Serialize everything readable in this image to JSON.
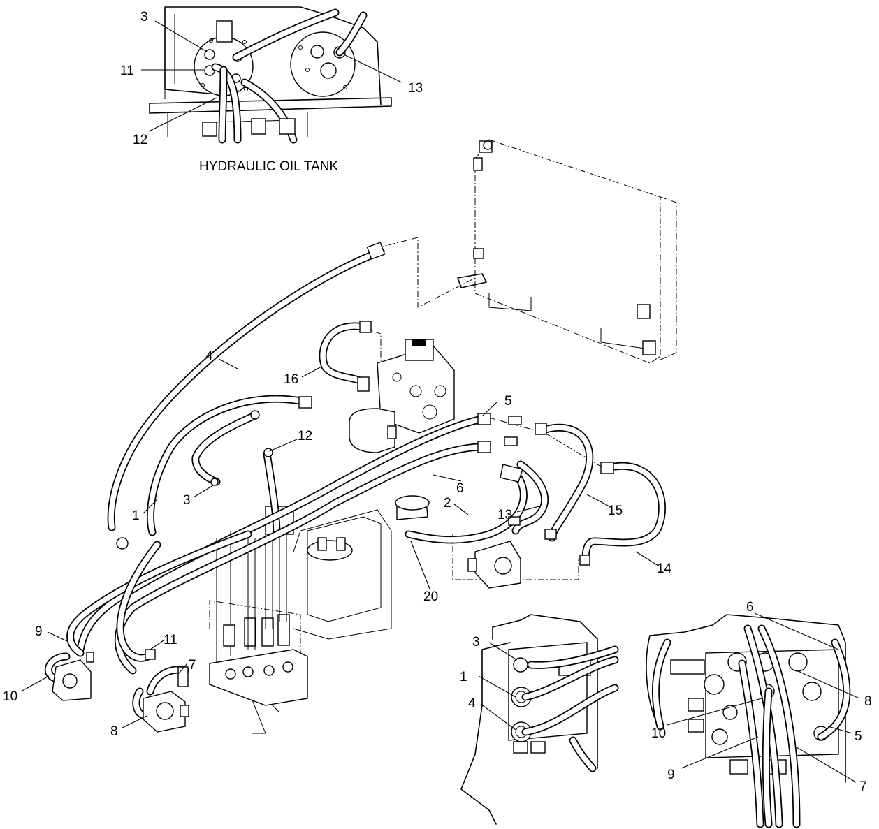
{
  "caption": "HYDRAULIC OIL TANK",
  "callouts": {
    "tank_inset": [
      "3",
      "11",
      "12",
      "13"
    ],
    "main": [
      "4",
      "16",
      "5",
      "12",
      "1",
      "3",
      "6",
      "2",
      "13",
      "15",
      "14",
      "20",
      "9",
      "11",
      "7",
      "10",
      "8"
    ],
    "valve_inset_left": [
      "3",
      "1",
      "4"
    ],
    "valve_inset_right": [
      "6",
      "8",
      "5",
      "10",
      "9",
      "7"
    ]
  }
}
